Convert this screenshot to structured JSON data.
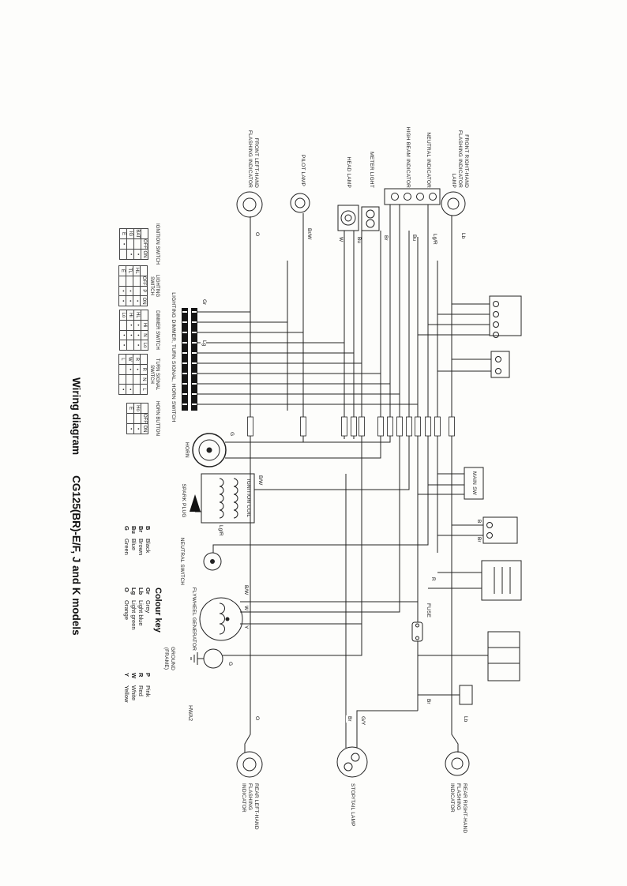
{
  "title": {
    "product": "Wiring diagram",
    "model": "CG125(BR)-E/F, J and K models"
  },
  "diagram_code": "HWA2",
  "front_components": {
    "front_right_indicator": "FRONT RIGHT-HAND FLASHING INDICATOR LAMP",
    "neutral_indicator": "NEUTRAL INDICATOR",
    "high_beam_indicator": "HIGH BEAM INDICATOR",
    "meter_light": "METER LIGHT",
    "head_lamp": "HEAD LAMP",
    "pilot_lamp": "PILOT LAMP",
    "front_left_indicator": "FRONT LEFT-HAND FLASHING INDICATOR"
  },
  "mid_components": {
    "switch_assembly": "LIGHTING DIMMER, TURN SIGNAL, HORN SWITCH",
    "horn": "HORN",
    "ignition_coil": "IGNITION COIL",
    "spark_plug": "SPARK PLUG",
    "neutral_switch": "NEUTRAL SWITCH",
    "flywheel_generator": "FLYWHEEL GENERATOR",
    "ground": "GROUND (FRAME)",
    "fuse": "FUSE",
    "main_switch": "MAIN SW"
  },
  "rear_components": {
    "rear_right_indicator": "REAR RIGHT-HAND FLASHING INDICATOR",
    "stop_tail_lamp": "STOP/TAIL LAMP",
    "rear_left_indicator": "REAR LEFT-HAND FLASHING INDICATOR"
  },
  "colour_key": {
    "title": "Colour key",
    "entries": [
      {
        "abbr": "B",
        "name": "Black"
      },
      {
        "abbr": "Br",
        "name": "Brown"
      },
      {
        "abbr": "Bu",
        "name": "Blue"
      },
      {
        "abbr": "G",
        "name": "Green"
      },
      {
        "abbr": "Gr",
        "name": "Grey"
      },
      {
        "abbr": "Lb",
        "name": "Light blue"
      },
      {
        "abbr": "Lg",
        "name": "Light green"
      },
      {
        "abbr": "O",
        "name": "Orange"
      },
      {
        "abbr": "P",
        "name": "Pink"
      },
      {
        "abbr": "R",
        "name": "Red"
      },
      {
        "abbr": "W",
        "name": "White"
      },
      {
        "abbr": "Y",
        "name": "Yellow"
      }
    ]
  },
  "switch_tables": [
    {
      "label": "IGNITION SWITCH",
      "cols": [
        "OFF",
        "ON"
      ],
      "rows": [
        {
          "name": "BAT",
          "c": [
            "",
            "•"
          ]
        },
        {
          "name": "IG",
          "c": [
            "",
            "•"
          ]
        },
        {
          "name": "E",
          "c": [
            "•",
            ""
          ]
        }
      ]
    },
    {
      "label": "LIGHTING SWITCH",
      "cols": [
        "OFF",
        "P",
        "ON"
      ],
      "rows": [
        {
          "name": "HL",
          "c": [
            "",
            "",
            "•"
          ]
        },
        {
          "name": "TL",
          "c": [
            "",
            "•",
            "•"
          ]
        },
        {
          "name": "E",
          "c": [
            "",
            "•",
            "•"
          ]
        }
      ]
    },
    {
      "label": "DIMMER SWITCH",
      "cols": [
        "Hi",
        "N",
        "Lo"
      ],
      "rows": [
        {
          "name": "HL",
          "c": [
            "•",
            "•",
            "•"
          ]
        },
        {
          "name": "Hi",
          "c": [
            "•",
            "•",
            ""
          ]
        },
        {
          "name": "Lo",
          "c": [
            "",
            "•",
            "•"
          ]
        }
      ]
    },
    {
      "label": "TURN SIGNAL SWITCH",
      "cols": [
        "R",
        "N",
        "L"
      ],
      "rows": [
        {
          "name": "R",
          "c": [
            "•",
            "",
            ""
          ]
        },
        {
          "name": "W",
          "c": [
            "•",
            "",
            "•"
          ]
        },
        {
          "name": "L",
          "c": [
            "",
            "",
            "•"
          ]
        }
      ]
    },
    {
      "label": "HORN BUTTON",
      "cols": [
        "OFF",
        "ON"
      ],
      "rows": [
        {
          "name": "Ho",
          "c": [
            "",
            "•"
          ]
        },
        {
          "name": "E",
          "c": [
            "",
            "•"
          ]
        }
      ]
    }
  ],
  "wire_labels": [
    "Lb",
    "Lg/R",
    "Bu",
    "Br",
    "Bu",
    "W",
    "Br/W",
    "O",
    "Gr",
    "Lg",
    "B/W",
    "G",
    "Lg/R",
    "B/W",
    "W",
    "Y",
    "G",
    "B",
    "Br",
    "R",
    "Br",
    "G/Y",
    "Br",
    "Lb",
    "O"
  ]
}
